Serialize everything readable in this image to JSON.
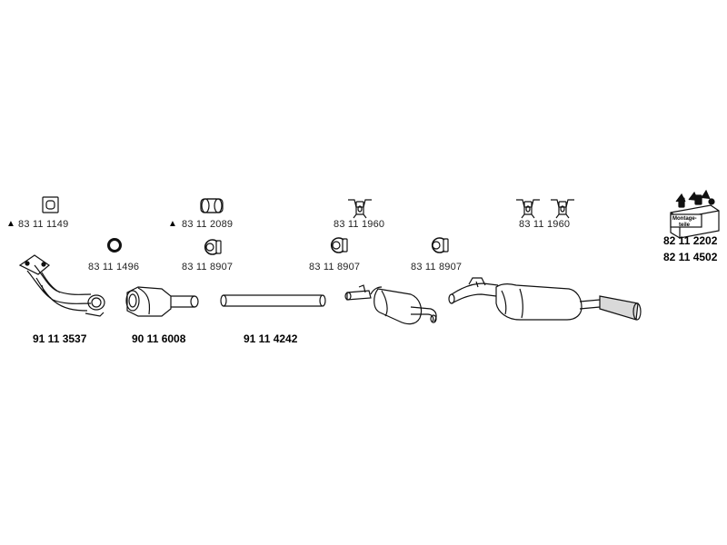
{
  "diagram": {
    "part_numbers": {
      "manifold_pipe": "91 11 3537",
      "catalytic_converter": "90 11 6008",
      "intermediate_pipe": "91 11 4242",
      "kit_1": "82 11 2202",
      "kit_2": "82 11 4502"
    },
    "accessories": {
      "gasket_square": "83 11 1149",
      "o_ring": "83 11 1496",
      "clamp_sleeve": "83 11 2089",
      "clamp_1": "83 11 8907",
      "clamp_2": "83 11 8907",
      "clamp_3": "83 11 8907",
      "hanger_1": "83 11 1960",
      "hanger_2": "83 11 1960"
    },
    "kit_box_label": "Montage-\nteile",
    "warning_symbol": "▲"
  }
}
